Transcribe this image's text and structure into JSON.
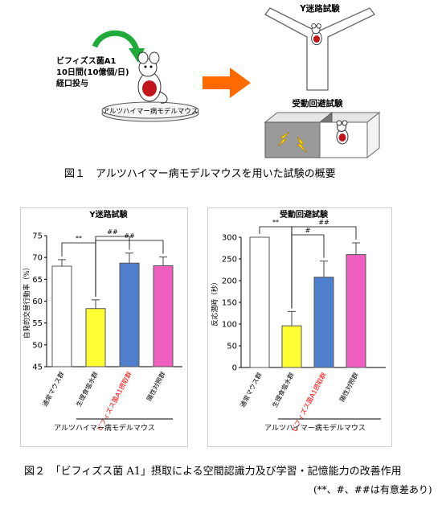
{
  "figure1": {
    "caption": "図１　アルツハイマー病モデルマウスを用いた試験の概要",
    "dose_text": [
      "ビフィズス菌A1",
      "10日間(10億個/日)",
      "経口投与"
    ],
    "platform_label": "アルツハイマー病モデルマウス",
    "ymaze_title": "Y迷路試験",
    "avoidance_title": "受動回避試験",
    "colors": {
      "arrow_green": "#1faa3a",
      "arrow_orange": "#ff6a00",
      "mouse_red": "#c0151a"
    },
    "icons": [
      "mouse-icon",
      "curved-arrow-icon",
      "right-arrow-icon",
      "lightning-icon"
    ]
  },
  "chart_data": [
    {
      "type": "bar",
      "title": "Y迷路試験",
      "ylabel": "自発的交替行動率（%）",
      "ylim": [
        45,
        75
      ],
      "yticks": [
        45,
        50,
        55,
        60,
        65,
        70,
        75
      ],
      "categories": [
        "通常マウス群",
        "生理食塩水群",
        "ビフィズス菌A1摂取群",
        "陽性対照群"
      ],
      "values": [
        68.0,
        58.3,
        68.7,
        68.1
      ],
      "errors": [
        1.5,
        2.0,
        2.3,
        2.0
      ],
      "colors": [
        "#ffffff",
        "#ffff33",
        "#4f7fcc",
        "#ee5fbf"
      ],
      "category_colors": [
        "#000000",
        "#000000",
        "#ff0000",
        "#000000"
      ],
      "group_label": "アルツハイマー病モデルマウス",
      "significance": [
        "**",
        "##",
        "##"
      ]
    },
    {
      "type": "bar",
      "title": "受動回避試験",
      "ylabel": "反応潜時（秒）",
      "ylim": [
        0,
        300
      ],
      "yticks": [
        0,
        50,
        100,
        150,
        200,
        250,
        300
      ],
      "categories": [
        "通常マウス群",
        "生理食塩水群",
        "ビフィズス菌A1摂取群",
        "陽性対照群"
      ],
      "values": [
        300,
        96,
        208,
        260
      ],
      "errors": [
        0,
        33,
        37,
        27
      ],
      "colors": [
        "#ffffff",
        "#ffff33",
        "#4f7fcc",
        "#ee5fbf"
      ],
      "category_colors": [
        "#000000",
        "#000000",
        "#ff0000",
        "#000000"
      ],
      "group_label": "アルツハイマー病モデルマウス",
      "significance": [
        "**",
        "#",
        "##"
      ]
    }
  ],
  "figure2": {
    "caption": "図２　「ビフィズス菌 A1」摂取による空間認識力及び学習・記憶能力の改善作用",
    "note": "(**、#、##は有意差あり)"
  }
}
